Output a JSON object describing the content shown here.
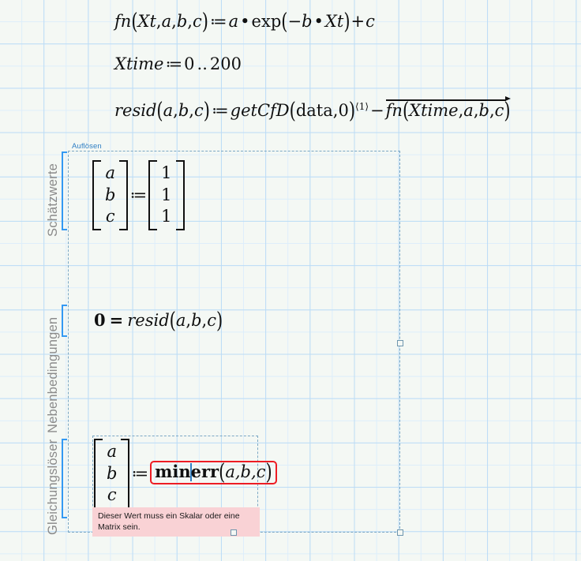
{
  "worksheet": {
    "background_color": "#f4f8f4",
    "grid_color_major": "#bcdcf5",
    "grid_color_minor": "#ddeefb"
  },
  "equations": {
    "fn_def": {
      "lhs_name": "fn",
      "lhs_args": "(Xt,a,b,c)",
      "assign": "≔",
      "rhs": "a·exp(−b·Xt)+c",
      "parts": {
        "fn": "fn",
        "xt": "Xt",
        "a": "a",
        "b": "b",
        "c": "c",
        "exp": "exp",
        "mul": "•",
        "minus": "−",
        "plus": "+",
        "comma": ",",
        "lparen": "(",
        "rparen": ")"
      }
    },
    "xtime_def": {
      "name": "Xtime",
      "assign": "≔",
      "range": "0 .. 200",
      "range_start": "0",
      "range_op": "..",
      "range_end": "200"
    },
    "resid_def": {
      "name": "resid",
      "args": "(a,b,c)",
      "assign": "≔",
      "func": "getCfD",
      "func_args_1": "data",
      "func_args_2": "0",
      "superscript": "⟨1⟩",
      "minus": "−",
      "vector_expr": "fn(Xtime,a,b,c)",
      "vector_fn": "fn",
      "vector_args": "Xtime,a,b,c"
    }
  },
  "solve_block": {
    "label": "Auflösen",
    "label_color": "#2f7fc4",
    "border_color": "#7ba7c4",
    "sections": [
      {
        "id": "guess",
        "label": "Schätzwerte",
        "bracket_color": "#3399f3"
      },
      {
        "id": "constraints",
        "label": "Nebenbedingungen",
        "bracket_color": "#3399f3"
      },
      {
        "id": "solver",
        "label": "Gleichungslöser",
        "bracket_color": "#3399f3"
      }
    ],
    "guess": {
      "lhs_matrix": [
        "a",
        "b",
        "c"
      ],
      "assign": "≔",
      "rhs_matrix": [
        "1",
        "1",
        "1"
      ]
    },
    "constraint": {
      "lhs": "0",
      "relation": "=",
      "rhs_fn": "resid",
      "rhs_args": "(a,b,c)"
    },
    "solver": {
      "lhs_matrix": [
        "a",
        "b",
        "c"
      ],
      "assign": "≔",
      "function_name": "minerr",
      "function_args": "(a,b,c)",
      "error_box_color": "#ed1c24",
      "caret_after": "min",
      "caret_color": "#2f7fc4"
    },
    "error_message": {
      "text": "Dieser Wert muss ein Skalar oder eine Matrix sein.",
      "background": "#f9d2d5"
    }
  },
  "handles": {
    "right_mid": "resize-handle",
    "bottom_mid": "resize-handle",
    "bottom_right": "resize-handle"
  }
}
